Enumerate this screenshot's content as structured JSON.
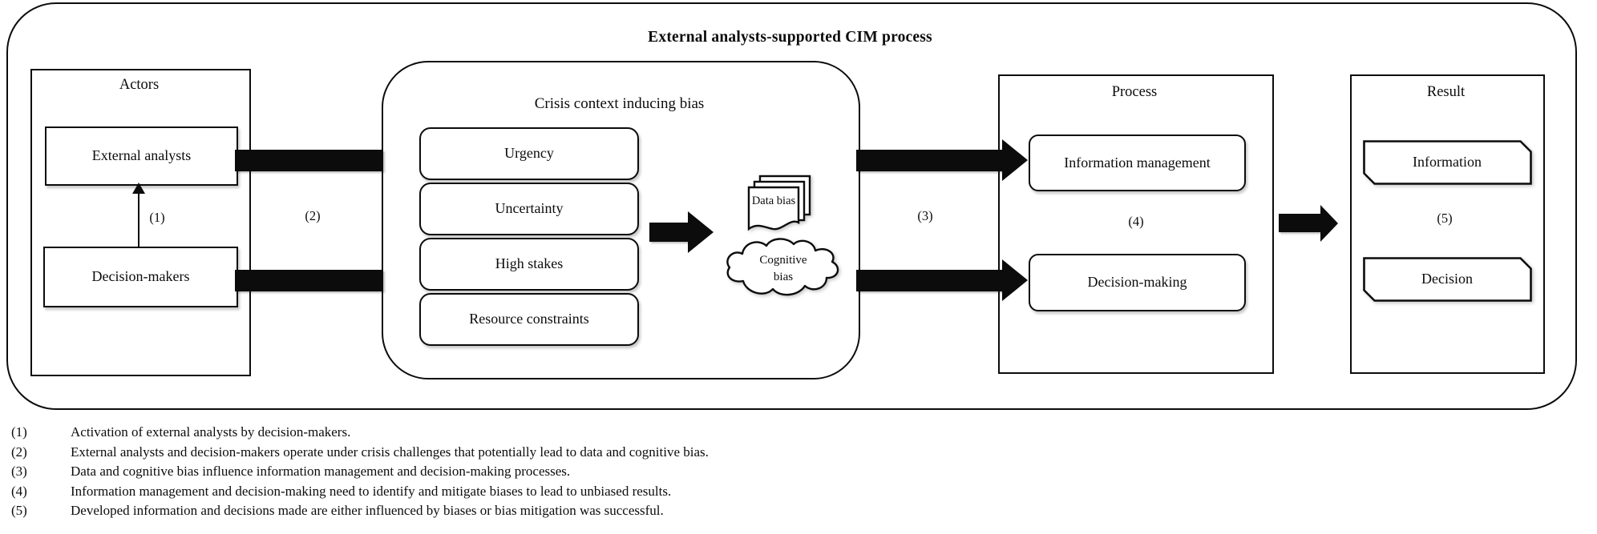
{
  "title": "External analysts-supported CIM process",
  "colors": {
    "ink": "#0c0c0c",
    "bg": "#ffffff"
  },
  "actors": {
    "label": "Actors",
    "external_analysts": "External analysts",
    "decision_makers": "Decision-makers"
  },
  "crisis": {
    "label": "Crisis context inducing bias",
    "factors": [
      "Urgency",
      "Uncertainty",
      "High stakes",
      "Resource constraints"
    ],
    "data_bias": "Data bias",
    "cognitive_bias": "Cognitive bias"
  },
  "process": {
    "label": "Process",
    "information_management": "Information management",
    "decision_making": "Decision-making"
  },
  "result": {
    "label": "Result",
    "information": "Information",
    "decision": "Decision"
  },
  "connectors": {
    "c1": "(1)",
    "c2": "(2)",
    "c3": "(3)",
    "c4": "(4)",
    "c5": "(5)"
  },
  "notes": [
    {
      "num": "(1)",
      "text": "Activation of external analysts by decision-makers."
    },
    {
      "num": "(2)",
      "text": "External analysts and decision-makers operate under crisis challenges that potentially lead to data and cognitive bias."
    },
    {
      "num": "(3)",
      "text": "Data and cognitive bias influence information management and decision-making processes."
    },
    {
      "num": "(4)",
      "text": "Information management and decision-making need to identify and mitigate biases to lead to unbiased results."
    },
    {
      "num": "(5)",
      "text": "Developed information and decisions made are either influenced by biases or bias mitigation was successful."
    }
  ]
}
